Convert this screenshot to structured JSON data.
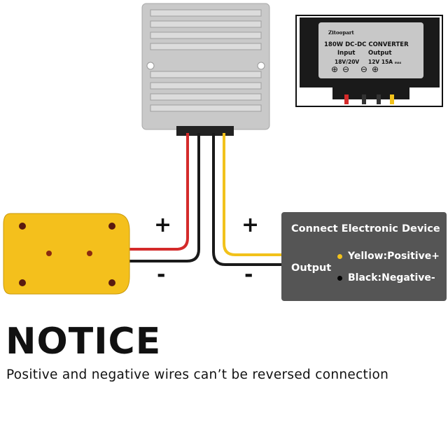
{
  "converter_label": {
    "brand": "Zitoopart",
    "title": "180W DC-DC CONVERTER",
    "input_label": "Input",
    "output_label": "Output",
    "input_value": "18V/20V",
    "output_value": "12V 15A",
    "output_suffix": "max"
  },
  "polarity": {
    "left_plus": "+",
    "left_minus": "-",
    "right_plus": "+",
    "right_minus": "-"
  },
  "device_box": {
    "title": "Connect Electronic Device",
    "output_label": "Output",
    "yellow": "Yellow:Positive+",
    "black": "Black:Negative-"
  },
  "notice": {
    "heading": "NOTICE",
    "text": "Positive and negative wires can’t be reversed connection"
  },
  "colors": {
    "red_wire": "#d42a2a",
    "black_wire": "#1a1a1a",
    "yellow_wire": "#f2c21b",
    "adapter": "#f4c01c",
    "device_box": "#555555"
  }
}
